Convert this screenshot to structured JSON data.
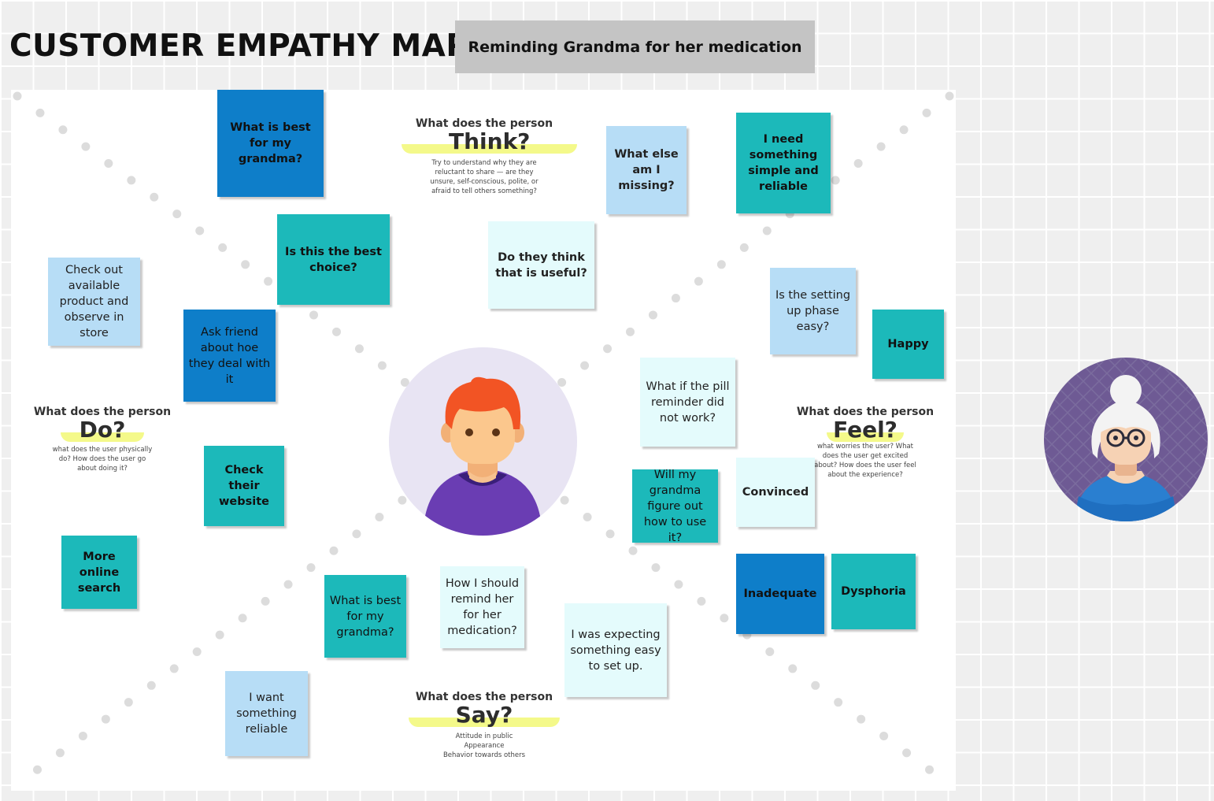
{
  "header": {
    "title": "CUSTOMER EMPATHY MAP",
    "subtitle": "Reminding Grandma for her medication"
  },
  "quadrants": {
    "think": {
      "question": "What does the person",
      "label": "Think?",
      "desc": "Try to understand why they are reluctant to share — are they unsure, self-conscious, polite, or afraid to tell others something?"
    },
    "do": {
      "question": "What does the person",
      "label": "Do?",
      "desc": "what does the user physically do? How does the user go about doing it?"
    },
    "feel": {
      "question": "What does the person",
      "label": "Feel?",
      "desc": "what worries the user? What does the user get excited about? How does the user feel about the experience?"
    },
    "say": {
      "question": "What does the person",
      "label": "Say?",
      "desc_lines": [
        "Attitude in public",
        "Appearance",
        "Behavior towards others"
      ]
    }
  },
  "notes": [
    {
      "text": "What is best for my grandma?",
      "color": "#0e7ec9"
    },
    {
      "text": "Is this the best choice?",
      "color": "#1cb9ba"
    },
    {
      "text": "What else am I missing?",
      "color": "#b7ddf6"
    },
    {
      "text": "I need something simple and reliable",
      "color": "#1cb9ba"
    },
    {
      "text": "Do they think that is useful?",
      "color": "#e4fbfc"
    },
    {
      "text": "Check out available product and observe in store",
      "color": "#b7ddf6"
    },
    {
      "text": "Ask friend about hoe they deal with it",
      "color": "#0e7ec9"
    },
    {
      "text": "Check their website",
      "color": "#1cb9ba"
    },
    {
      "text": "More online search",
      "color": "#1cb9ba"
    },
    {
      "text": "Is the setting up phase easy?",
      "color": "#b7ddf6"
    },
    {
      "text": "Happy",
      "color": "#1cb9ba"
    },
    {
      "text": "What if the pill reminder did not work?",
      "color": "#e4fbfc"
    },
    {
      "text": "Will my grandma figure out how to use it?",
      "color": "#1cb9ba"
    },
    {
      "text": "Convinced",
      "color": "#e4fbfc"
    },
    {
      "text": "Inadequate",
      "color": "#0e7ec9"
    },
    {
      "text": "Dysphoria",
      "color": "#1cb9ba"
    },
    {
      "text": "What is best for my grandma?",
      "color": "#1cb9ba"
    },
    {
      "text": "How I should remind her for her medication?",
      "color": "#e4fbfc"
    },
    {
      "text": "I was expecting something easy to set up.",
      "color": "#e4fbfc"
    },
    {
      "text": "I want something reliable",
      "color": "#b7ddf6"
    }
  ],
  "icons": {
    "center": "user-avatar-icon",
    "persona": "grandma-avatar-icon"
  }
}
